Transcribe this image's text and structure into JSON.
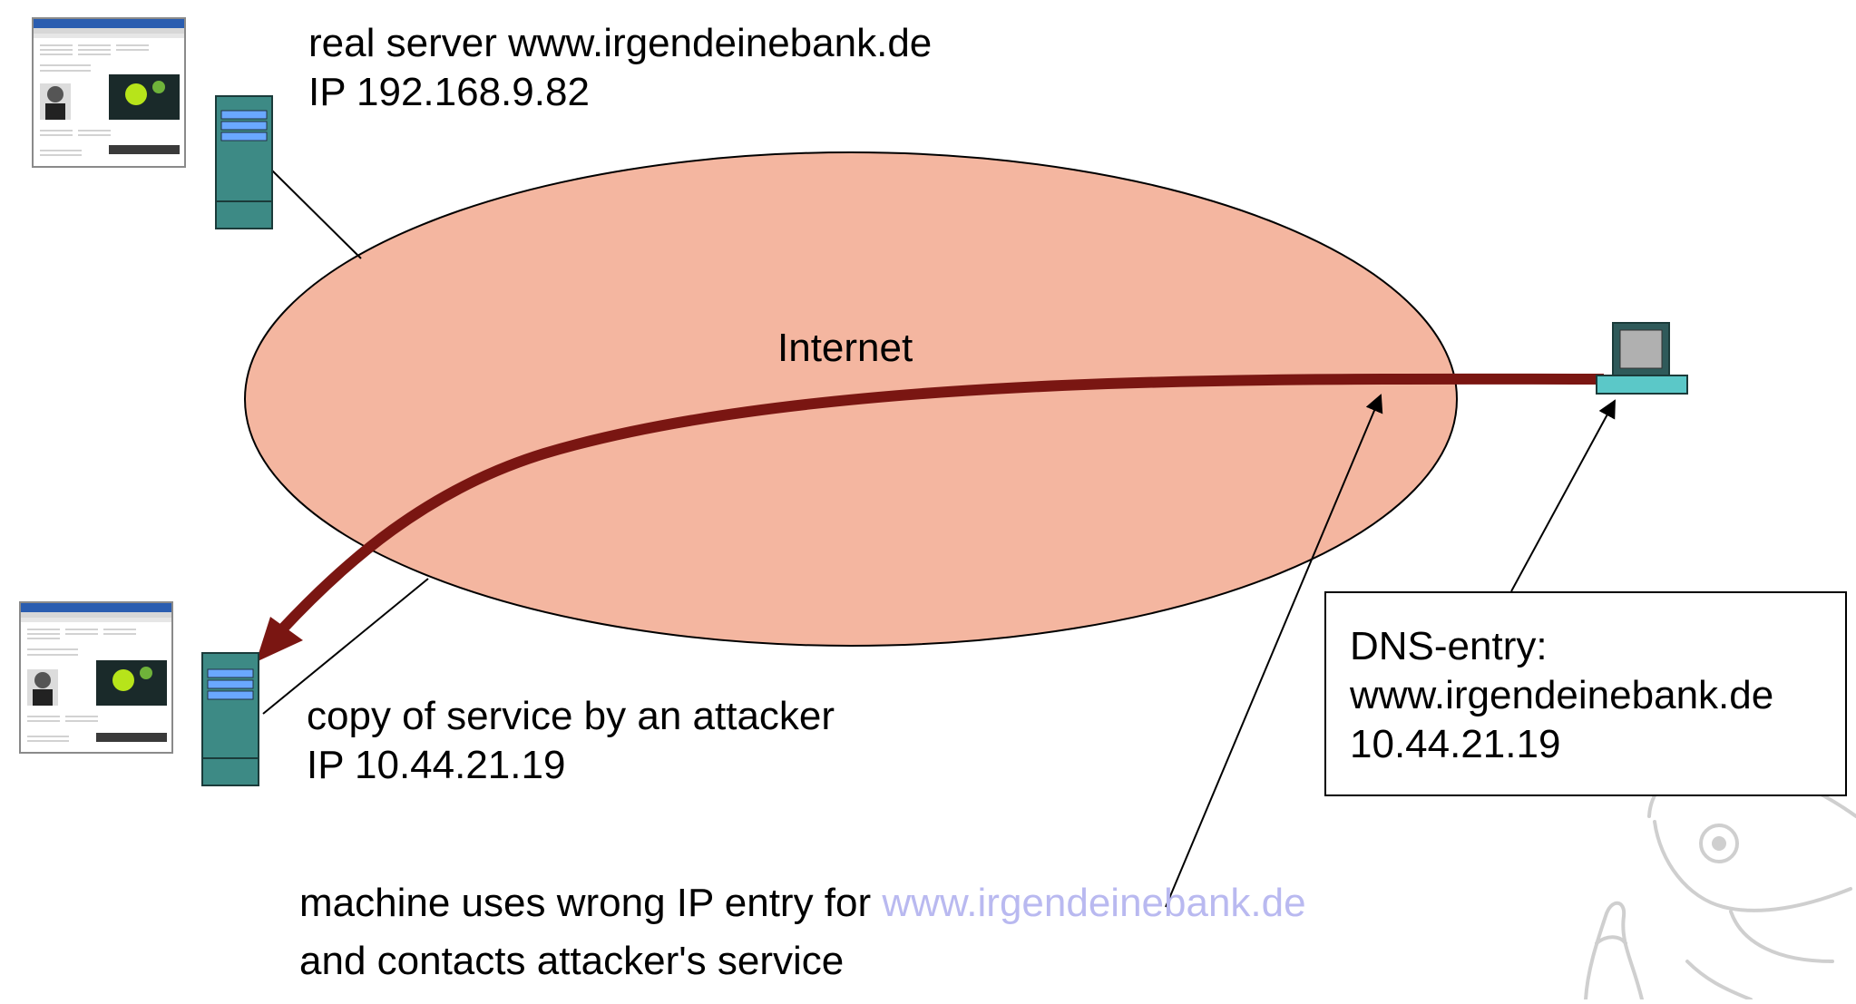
{
  "real_server": {
    "name_line": "real server www.irgendeinebank.de",
    "ip_line": "IP 192.168.9.82"
  },
  "cloud": {
    "label": "Internet",
    "fill_color": "#f4b6a0"
  },
  "attacker_server": {
    "name_line": "copy of service by an attacker",
    "ip_line": "IP 10.44.21.19"
  },
  "dns_entry": {
    "title": "DNS-entry:",
    "host": "www.irgendeinebank.de",
    "ip": "10.44.21.19"
  },
  "caption": {
    "line1_prefix": "machine uses wrong IP entry for ",
    "line1_highlight": "www.irgendeinebank.de",
    "line2": "and contacts attacker's service"
  },
  "colors": {
    "arrow": "#7a1612",
    "server": "#3d8a85",
    "client_screen": "#b0b0b0",
    "client_base": "#5bc8c8",
    "highlight_text": "#b9b9f0"
  },
  "icons": [
    "server-icon",
    "client-computer-icon",
    "webpage-screenshot-icon",
    "mascot-watermark-icon"
  ]
}
